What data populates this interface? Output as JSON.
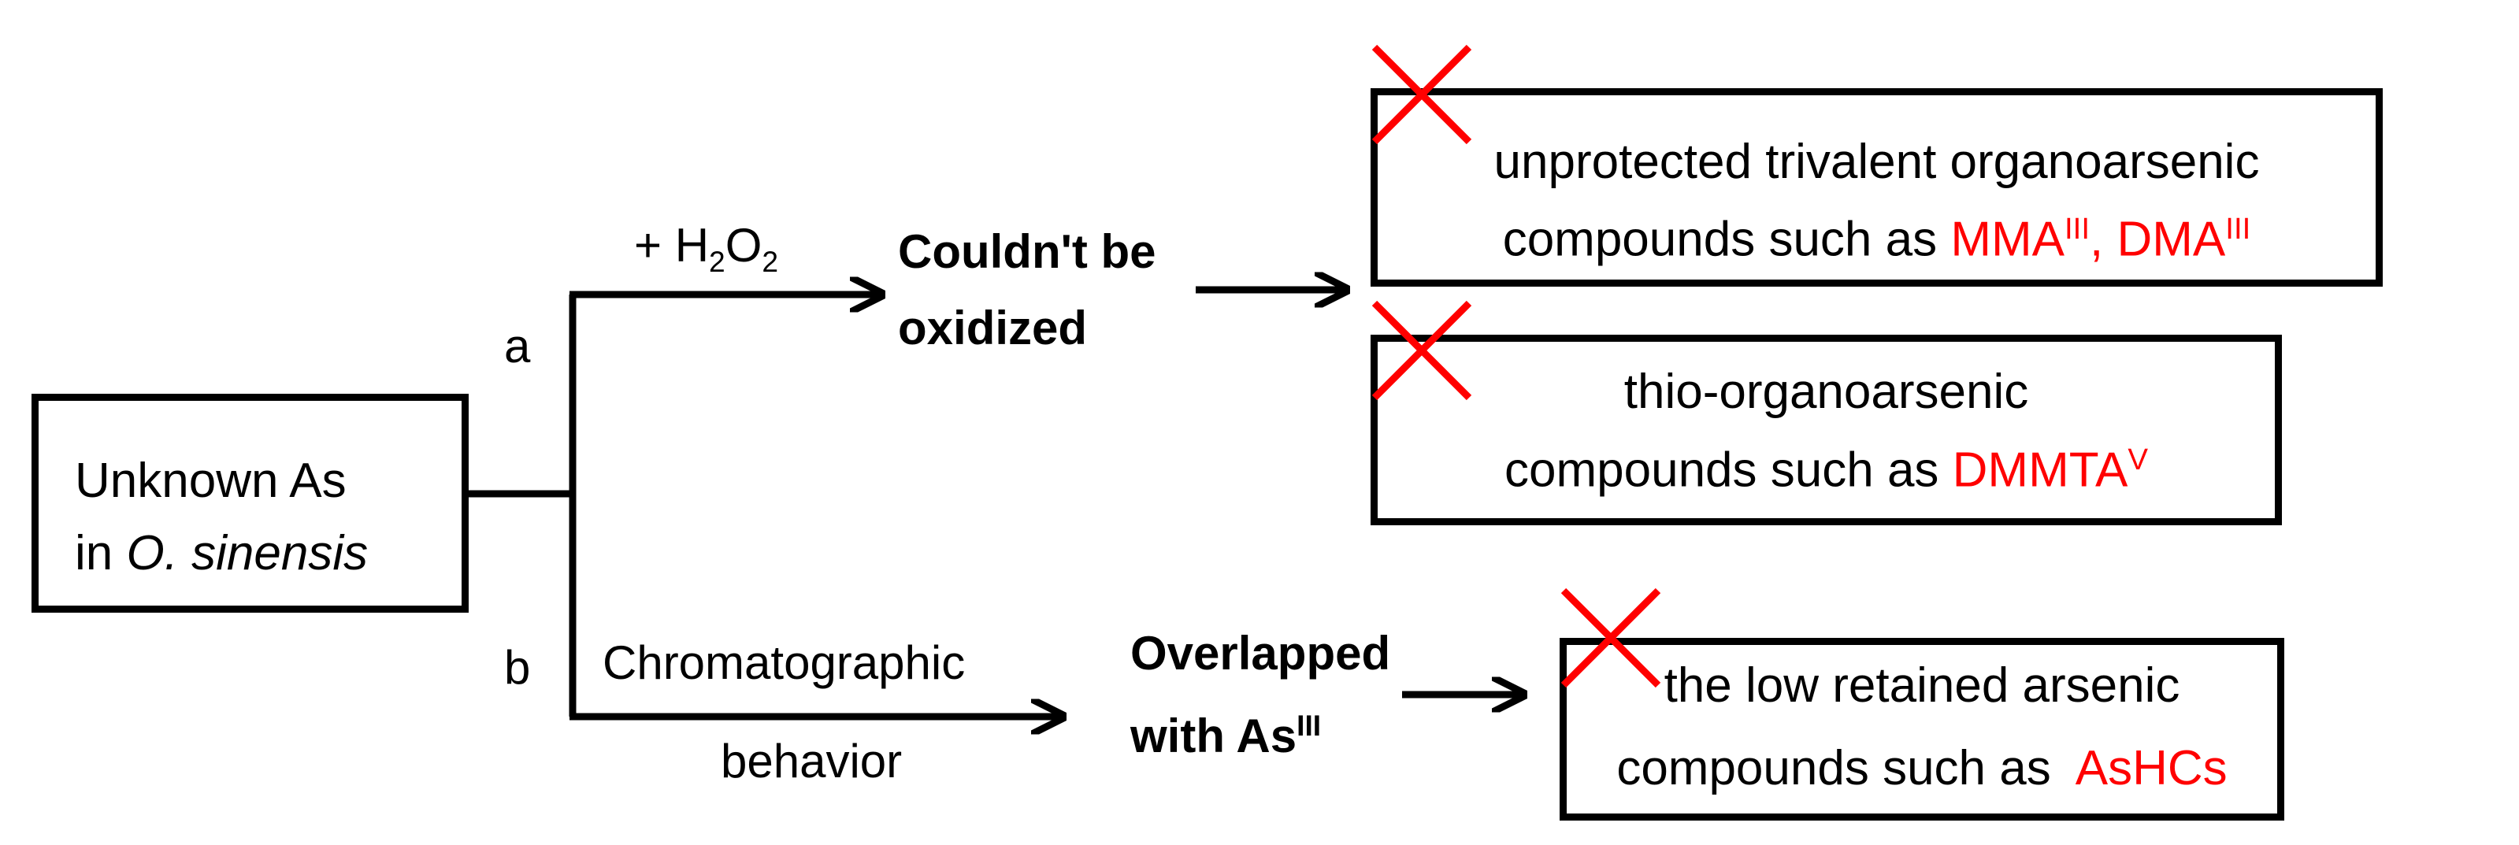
{
  "source_box": {
    "line1": "Unknown As",
    "line2_prefix": "in ",
    "line2_italic": "O. sinensis"
  },
  "branch_a": {
    "letter": "a",
    "reagent_prefix": "+ H",
    "reagent_sub1": "2",
    "reagent_mid": "O",
    "reagent_sub2": "2",
    "result_line1": "Couldn't be",
    "result_line2": "oxidized"
  },
  "branch_b": {
    "letter": "b",
    "label_line1": "Chromatographic",
    "label_line2": "behavior",
    "result_line1": "Overlapped",
    "result_line2_prefix": "with  As",
    "result_line2_sup": "III"
  },
  "box_a1": {
    "line1": "unprotected trivalent organoarsenic",
    "line2_prefix": "compounds such as ",
    "red1": "MMA",
    "red1_sup": "III",
    "sep": ", ",
    "red2": "DMA",
    "red2_sup": "III"
  },
  "box_a2": {
    "line1": "thio-organoarsenic",
    "line2_prefix": "compounds such as ",
    "red": "DMMTA",
    "red_sup": "V"
  },
  "box_b": {
    "line1": "the low retained arsenic",
    "line2_prefix": "compounds such as  ",
    "red": "AsHCs"
  },
  "colors": {
    "text": "#000000",
    "highlight": "#ff0000",
    "cross": "#ff0000"
  }
}
